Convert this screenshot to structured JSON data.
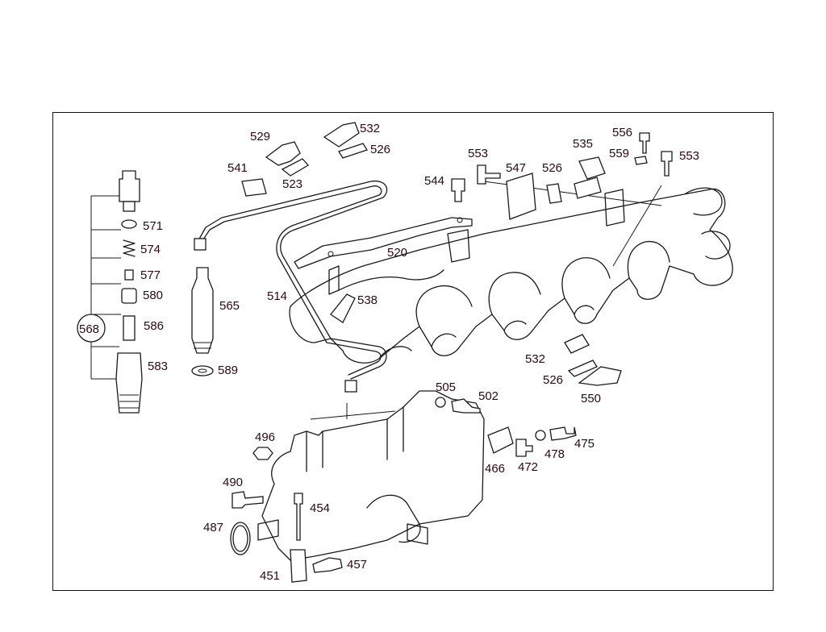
{
  "diagram": {
    "labels": {
      "l529": "529",
      "l532a": "532",
      "l526a": "526",
      "l541": "541",
      "l523": "523",
      "l553a": "553",
      "l547": "547",
      "l526b": "526",
      "l535": "535",
      "l556": "556",
      "l559": "559",
      "l553b": "553",
      "l544": "544",
      "l571": "571",
      "l574": "574",
      "l577": "577",
      "l580": "580",
      "l568": "568",
      "l586": "586",
      "l583": "583",
      "l565": "565",
      "l589": "589",
      "l520": "520",
      "l514": "514",
      "l538": "538",
      "l532b": "532",
      "l526c": "526",
      "l550": "550",
      "l505": "505",
      "l502": "502",
      "l496": "496",
      "l466": "466",
      "l472": "472",
      "l478": "478",
      "l475": "475",
      "l490": "490",
      "l454": "454",
      "l487": "487",
      "l457": "457",
      "l451": "451"
    },
    "colors": {
      "line": "#1a1a1a",
      "text": "#2a0a14",
      "accent": "#a01030"
    }
  }
}
